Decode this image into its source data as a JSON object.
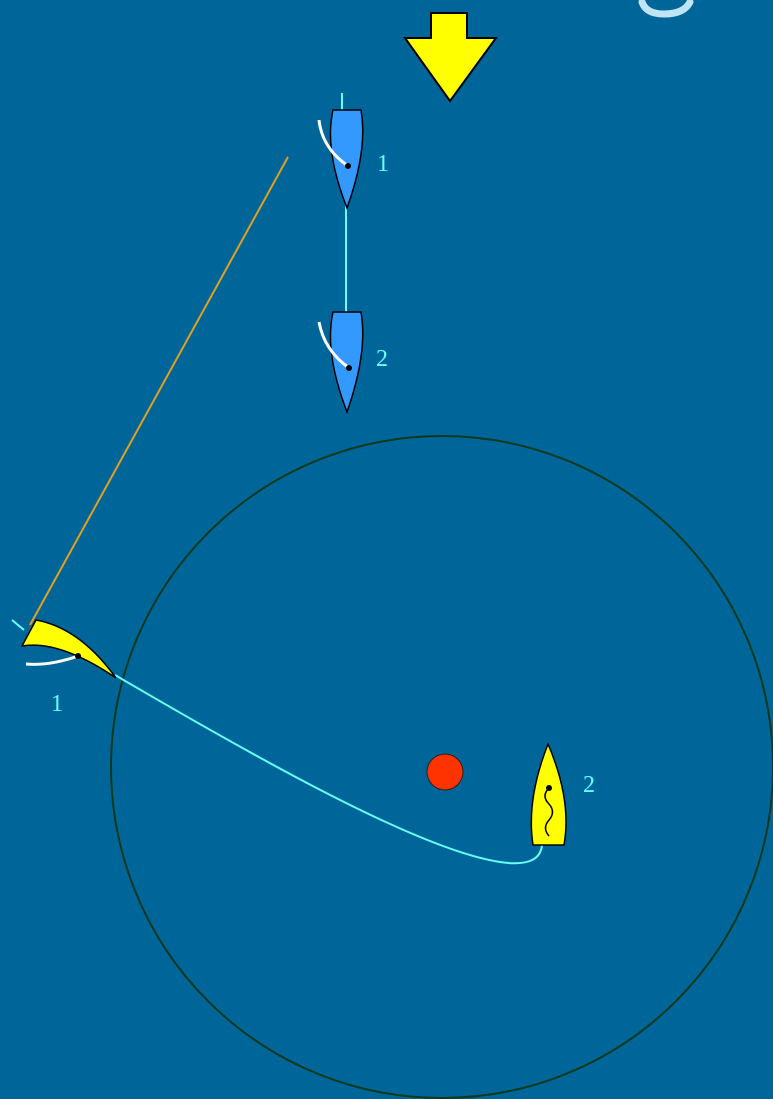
{
  "colors": {
    "background": "#006699",
    "wind_arrow": "#ffff00",
    "blue_boat": "#3399ff",
    "yellow_boat": "#ffff00",
    "track": "#66ffff",
    "layline": "#e0a020",
    "mark": "#ff3300",
    "zone_circle": "#0c3a1e",
    "label_text": "#66ffff"
  },
  "icons": {
    "wind": "wind-direction-arrow-icon",
    "mark": "mark-buoy-icon",
    "boat": "sailboat-icon"
  },
  "boats": {
    "blue": {
      "positions": [
        {
          "label": "1"
        },
        {
          "label": "2"
        }
      ]
    },
    "yellow": {
      "positions": [
        {
          "label": "1"
        },
        {
          "label": "2"
        }
      ]
    }
  }
}
